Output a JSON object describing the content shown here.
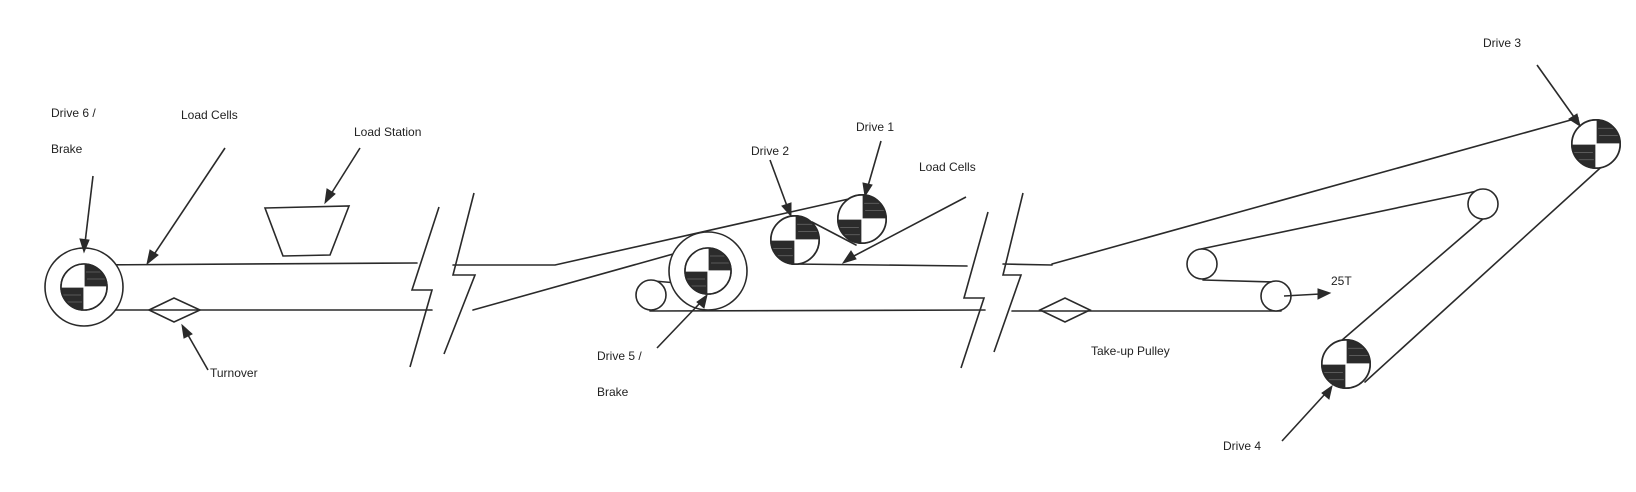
{
  "labels": {
    "drive6_line1": "Drive 6 /",
    "drive6_line2": "Brake",
    "load_cells_left": "Load Cells",
    "load_station": "Load Station",
    "turnover": "Turnover",
    "drive2": "Drive 2",
    "drive1": "Drive 1",
    "load_cells_right": "Load Cells",
    "drive5_line1": "Drive 5 /",
    "drive5_line2": "Brake",
    "drive3": "Drive 3",
    "takeup_pulley": "Take-up Pulley",
    "tension": "25T",
    "drive4": "Drive 4"
  }
}
